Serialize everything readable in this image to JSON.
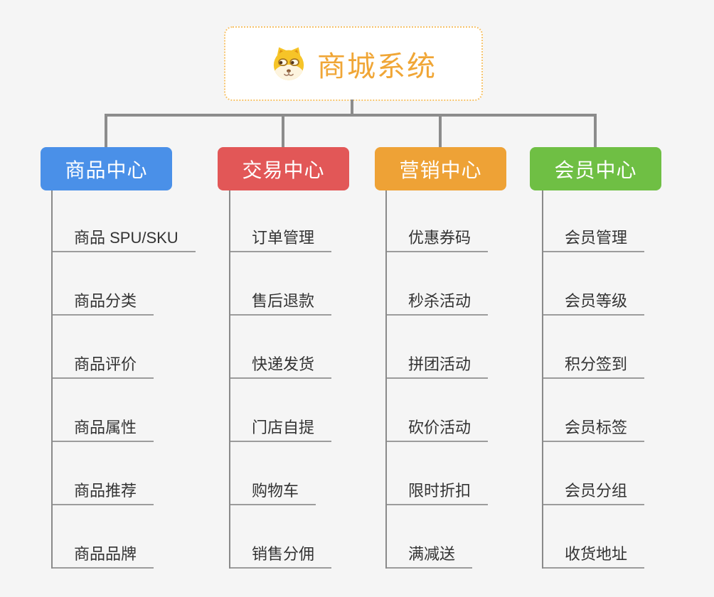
{
  "root": {
    "title": "商城系统",
    "icon": "shiba-dog-icon"
  },
  "branches": [
    {
      "label": "商品中心",
      "color": "#4a90e8",
      "items": [
        "商品 SPU/SKU",
        "商品分类",
        "商品评价",
        "商品属性",
        "商品推荐",
        "商品品牌"
      ]
    },
    {
      "label": "交易中心",
      "color": "#e25757",
      "items": [
        "订单管理",
        "售后退款",
        "快递发货",
        "门店自提",
        "购物车",
        "销售分佣"
      ]
    },
    {
      "label": "营销中心",
      "color": "#eea236",
      "items": [
        "优惠券码",
        "秒杀活动",
        "拼团活动",
        "砍价活动",
        "限时折扣",
        "满减送"
      ]
    },
    {
      "label": "会员中心",
      "color": "#6fbf44",
      "items": [
        "会员管理",
        "会员等级",
        "积分签到",
        "会员标签",
        "会员分组",
        "收货地址"
      ]
    }
  ],
  "theme": {
    "background": "#f5f5f5",
    "root_accent": "#f0a636",
    "root_border": "#f6c36b",
    "connector": "#8c8c8c",
    "column_line": "#8a8a8a",
    "underline": "#9c9c9c",
    "leaf_text": "#333333"
  }
}
